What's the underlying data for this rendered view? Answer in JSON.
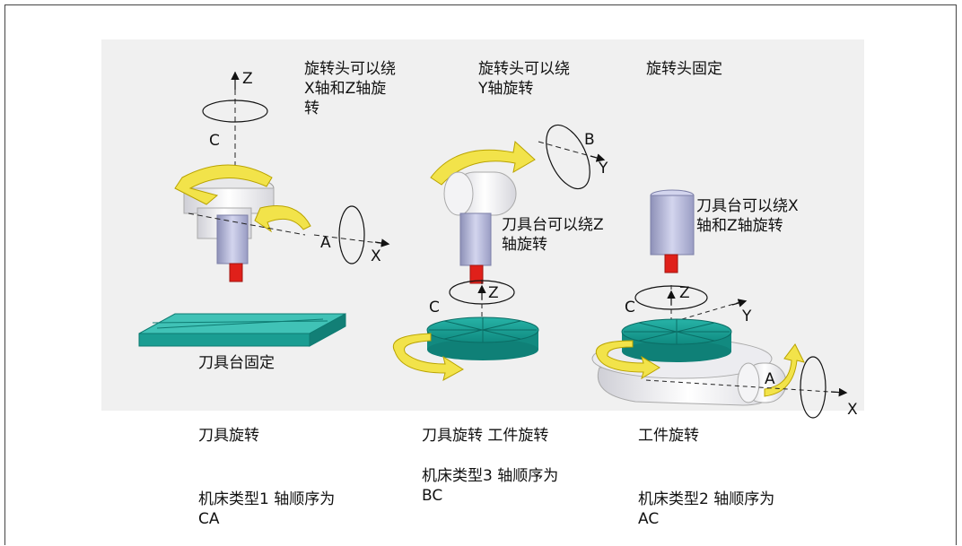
{
  "labels": {
    "head_xz": [
      "旋转头可以绕",
      "X轴和Z轴旋",
      "转"
    ],
    "head_y": [
      "旋转头可以绕",
      "Y轴旋转"
    ],
    "head_fixed": "旋转头固定",
    "table_z": [
      "刀具台可以绕Z",
      "轴旋转"
    ],
    "table_xz": [
      "刀具台可以绕X",
      "轴和Z轴旋转"
    ],
    "table_fixed": "刀具台固定",
    "col1_caption": "刀具旋转",
    "col2_caption": "刀具旋转 工件旋转",
    "col3_caption": "工件旋转",
    "col1_type": [
      "机床类型1 轴顺序为",
      "CA"
    ],
    "col2_type": [
      "机床类型3 轴顺序为",
      "BC"
    ],
    "col3_type": [
      "机床类型2 轴顺序为",
      "AC"
    ]
  },
  "axes": {
    "z": "Z",
    "c": "C",
    "a": "A",
    "x": "X",
    "b": "B",
    "y": "Y"
  },
  "colors": {
    "panel": "#f0f0f0",
    "arrow_yellow": "#f2e34a",
    "table_teal": "#1aa59a",
    "spindle_lavender": "#b9bcdc",
    "tool_red": "#e0201a"
  }
}
